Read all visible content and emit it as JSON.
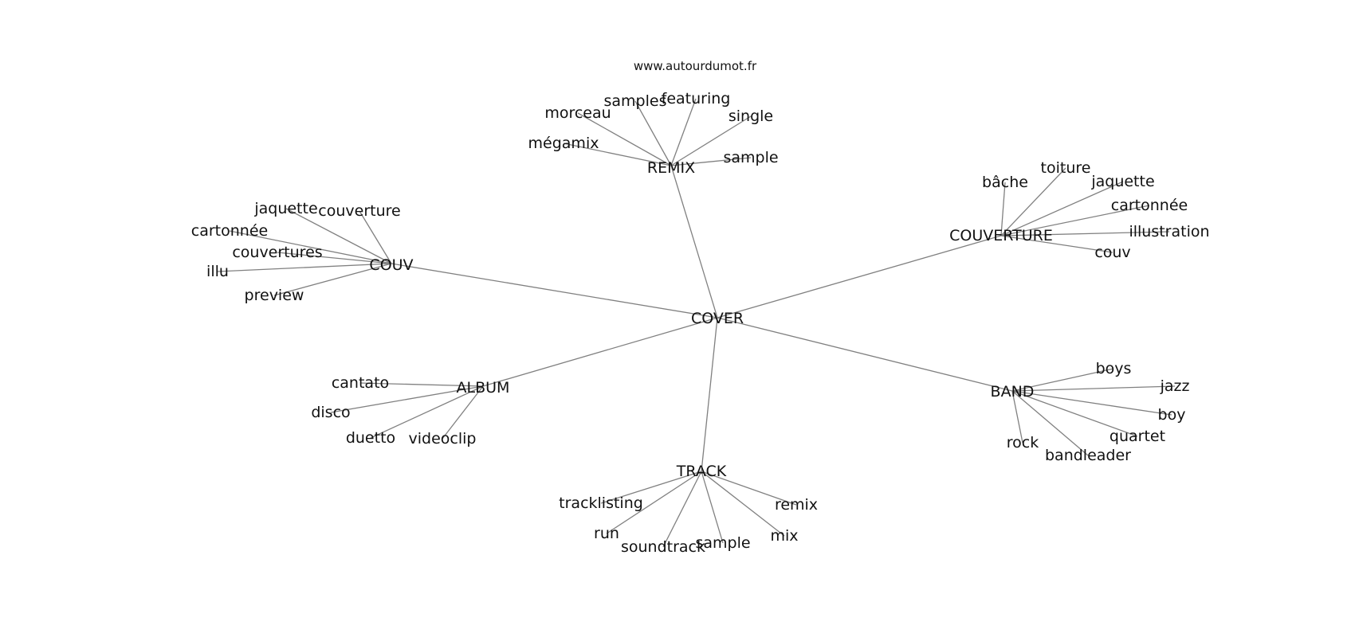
{
  "watermark": "www.autourdumot.fr",
  "edge_color": "#808080",
  "root": "COVER",
  "hubs": [
    {
      "label": "REMIX",
      "leaves": [
        "morceau",
        "samples",
        "featuring",
        "single",
        "mégamix",
        "sample"
      ]
    },
    {
      "label": "COUVERTURE",
      "leaves": [
        "bâche",
        "toiture",
        "jaquette",
        "cartonnée",
        "illustration",
        "couv"
      ]
    },
    {
      "label": "COUV",
      "leaves": [
        "jaquette",
        "couverture",
        "cartonnée",
        "couvertures",
        "illu",
        "preview"
      ]
    },
    {
      "label": "ALBUM",
      "leaves": [
        "cantato",
        "disco",
        "duetto",
        "videoclip"
      ]
    },
    {
      "label": "BAND",
      "leaves": [
        "boys",
        "jazz",
        "boy",
        "quartet",
        "rock",
        "bandleader"
      ]
    },
    {
      "label": "TRACK",
      "leaves": [
        "tracklisting",
        "remix",
        "run",
        "soundtrack",
        "sample",
        "mix"
      ]
    }
  ]
}
